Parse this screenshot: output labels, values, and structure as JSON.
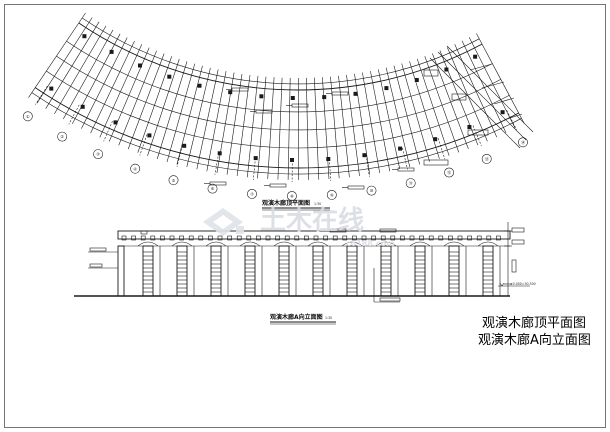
{
  "drawing": {
    "plan_caption": "观演木廊顶平面图",
    "plan_scale": "1:30",
    "elevation_caption": "观演木廊A向立面图",
    "elevation_scale": "1:30",
    "title_line_1": "观演木廊顶平面图",
    "title_line_2": "观演木廊A向立面图",
    "elevation_level_label": "±0.000=30.300",
    "axis_labels": [
      "①",
      "②",
      "③",
      "④",
      "⑤",
      "⑥",
      "⑦",
      "⑧",
      "⑨",
      "⑩",
      "⑪",
      "⑫",
      "⑬",
      "⑭"
    ],
    "roof_beam_count": 52,
    "elevation_column_count": 11
  },
  "watermark": {
    "text": "土木在线",
    "url": "co188.com"
  }
}
